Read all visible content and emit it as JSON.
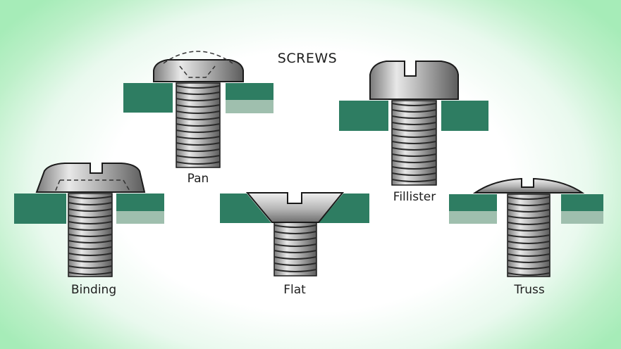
{
  "title": "SCREWS",
  "screws": [
    {
      "id": "pan",
      "label": "Pan"
    },
    {
      "id": "fillister",
      "label": "Fillister"
    },
    {
      "id": "binding",
      "label": "Binding"
    },
    {
      "id": "flat",
      "label": "Flat"
    },
    {
      "id": "truss",
      "label": "Truss"
    }
  ],
  "colors": {
    "plate": "#2e7d62",
    "plate_light": "#9fbfae",
    "metal_light": "#e6e6e6",
    "metal_mid": "#a9a9a9",
    "metal_dark": "#5f5f5f",
    "outline": "#1a1a1a"
  }
}
